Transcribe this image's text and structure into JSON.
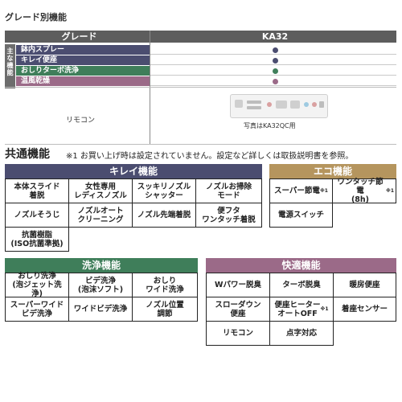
{
  "section_title": "グレード別機能",
  "grade_table": {
    "header_left": "グレード",
    "header_right": "KA32",
    "side_label": "主な機能",
    "features": [
      {
        "label": "鉢内スプレー",
        "dot_color": "#4b4d70"
      },
      {
        "label": "キレイ便座",
        "dot_color": "#4b4d70"
      },
      {
        "label": "おしりターボ洗浄",
        "dot_color": "#3f7e5a"
      },
      {
        "label": "温風乾燥",
        "dot_color": "#9b6a88"
      }
    ],
    "remote_label": "リモコン",
    "remote_caption": "写真はKA32QC用"
  },
  "common": {
    "title": "共通機能",
    "note": "※1 お買い上げ時は設定されていません。設定など詳しくは取扱説明書を参照。"
  },
  "groups": {
    "kirei": {
      "title": "キレイ機能",
      "color": "#4b4d70",
      "items": [
        "本体スライド\n着脱",
        "女性専用\nレディスノズル",
        "スッキリノズル\nシャッター",
        "ノズルお掃除\nモード",
        "ノズルそうじ",
        "ノズルオート\nクリーニング",
        "ノズル先端着脱",
        "便フタ\nワンタッチ着脱",
        "抗菌樹脂\n(ISO抗菌準拠)"
      ]
    },
    "eco": {
      "title": "エコ機能",
      "color": "#b5955e",
      "items": [
        {
          "text": "スーパー節電",
          "sup": "※1"
        },
        {
          "text": "ワンタッチ節電\n(8h)",
          "sup": "※1"
        },
        {
          "text": "電源スイッチ",
          "sup": ""
        }
      ]
    },
    "sen": {
      "title": "洗浄機能",
      "color": "#3f7e5a",
      "items": [
        "おしり洗浄\n(泡ジェット洗浄)",
        "ビデ洗浄\n(泡沫ソフト)",
        "おしり\nワイド洗浄",
        "スーパーワイド\nビデ洗浄",
        "ワイドビデ洗浄",
        "ノズル位置\n調節"
      ]
    },
    "kai": {
      "title": "快適機能",
      "color": "#9b6a88",
      "items": [
        {
          "text": "Wパワー脱臭",
          "sup": ""
        },
        {
          "text": "ターボ脱臭",
          "sup": ""
        },
        {
          "text": "暖房便座",
          "sup": ""
        },
        {
          "text": "スローダウン\n便座",
          "sup": ""
        },
        {
          "text": "便座ヒーター\nオートOFF",
          "sup": "※1"
        },
        {
          "text": "着座センサー",
          "sup": ""
        },
        {
          "text": "リモコン",
          "sup": ""
        },
        {
          "text": "点字対応",
          "sup": ""
        }
      ]
    }
  }
}
